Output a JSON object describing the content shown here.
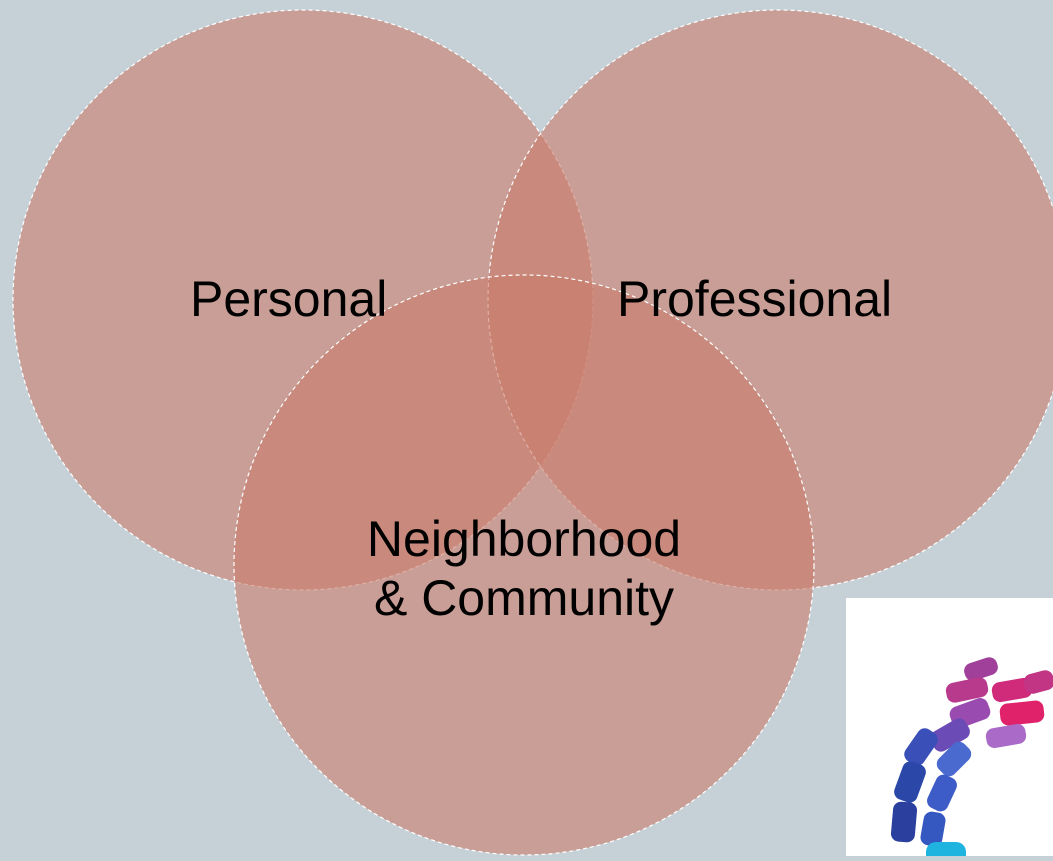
{
  "diagram": {
    "type": "venn",
    "background_color": "#c5d1d7",
    "circle_color": "#c97b6b",
    "circles": [
      {
        "id": "personal",
        "label": "Personal"
      },
      {
        "id": "professional",
        "label": "Professional"
      },
      {
        "id": "community",
        "label_line1": "Neighborhood",
        "label_line2": "& Community"
      }
    ]
  },
  "logo": {
    "icon": "puzzle-globe-logo-icon",
    "colors": [
      "#2b47a8",
      "#7b3fa6",
      "#d02a7a",
      "#1fb3e0"
    ]
  }
}
